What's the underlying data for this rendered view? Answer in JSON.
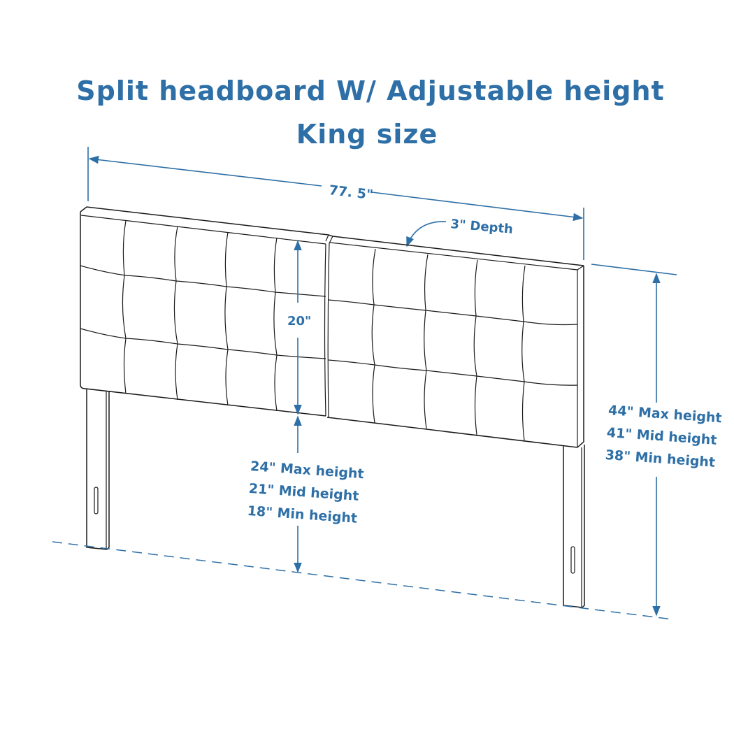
{
  "title": {
    "line1": "Split headboard W/ Adjustable height",
    "line2": "King size"
  },
  "dimensions": {
    "width": "77. 5\"",
    "depth": "3\" Depth",
    "panel_height": "20\"",
    "leg_heights": [
      "24\" Max height",
      "21\" Mid height",
      "18\" Min height"
    ],
    "total_heights": [
      "44\" Max height",
      "41\" Mid height",
      "38\" Min height"
    ]
  },
  "colors": {
    "accent": "#2d6fa6",
    "line": "#1a1a1a",
    "background": "#ffffff"
  }
}
